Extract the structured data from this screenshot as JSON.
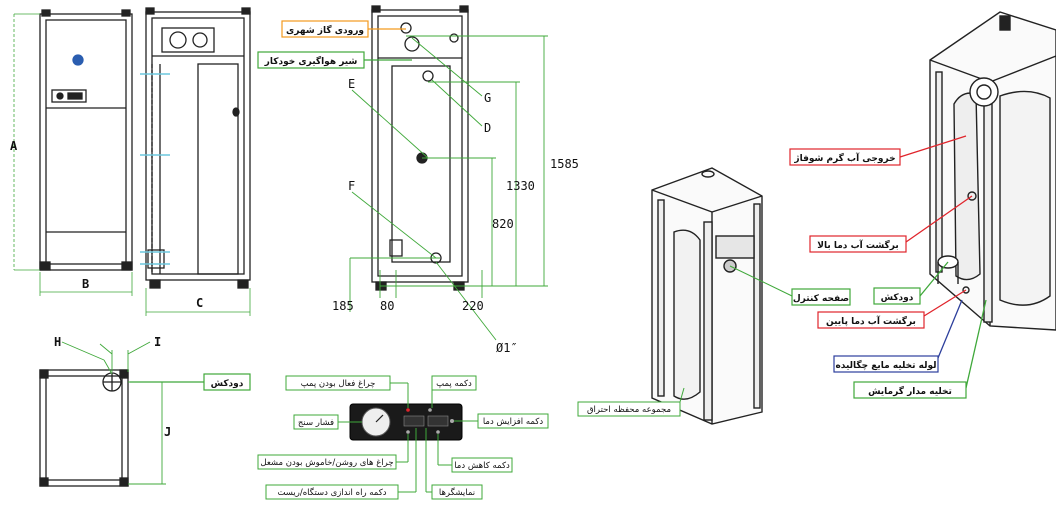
{
  "front_view": {
    "dim_A": "A",
    "dim_B": "B"
  },
  "side_view": {
    "dim_C": "C"
  },
  "rear_view": {
    "labels": {
      "E": "E",
      "F": "F",
      "G": "G",
      "D": "D"
    },
    "dims": {
      "h1585": "1585",
      "h1330": "1330",
      "h820": "820",
      "d185": "185",
      "d80": "80",
      "d220": "220",
      "pipe": "Ø1″"
    },
    "callouts": {
      "gas_inlet": "ورودی گاز شهری",
      "auto_air_vent": "شیر هواگیری خودکار"
    }
  },
  "top_view": {
    "H": "H",
    "I": "I",
    "J": "J",
    "flue": "دودکش"
  },
  "control_panel": {
    "pump_on_lamp": "چراغ فعال بودن پمپ",
    "pump_button": "دکمه پمپ",
    "temp_up_button": "دکمه افزایش دما",
    "pressure_gauge": "فشار سنج",
    "burner_lamps": "چراغ های روشن/خاموش بودن مشعل",
    "temp_down_button": "دکمه کاهش دما",
    "start_reset_button": "دکمه راه اندازی دستگاه/ریست",
    "displays": "نمایشگرها"
  },
  "iso_front": {
    "control_panel": "صفحه کنترل",
    "combustion_chamber": "مجموعه محفظه احتراق"
  },
  "iso_rear": {
    "hot_water_out": "خروجی آب گرم شوفاژ",
    "high_temp_return": "برگشت آب دما بالا",
    "flue": "دودکش",
    "low_temp_return": "برگشت آب دما پایین",
    "condensate_drain": "لوله تخلیه مایع چگالیده",
    "circuit_drain": "تخلیه مدار گرمایش"
  },
  "colors": {
    "green": "#3fa83a",
    "red": "#e0242b",
    "blue": "#2c3e9c",
    "orange": "#f39a1e"
  }
}
